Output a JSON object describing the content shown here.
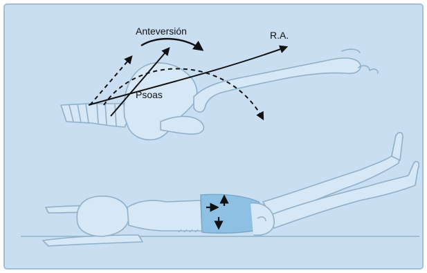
{
  "colors": {
    "panel": "#c9dff1",
    "border": "#9fbfd8",
    "outline": "#8fb0c8",
    "body_fill": "#c9dff1",
    "shorts": "#8ec0e4",
    "arrow": "#111111",
    "frame": "#ffffff"
  },
  "labels": {
    "anteversion": "Anteversión",
    "ra": "R.A.",
    "psoas": "Psoas"
  },
  "icons": {
    "shorts_arrows": [
      "arrow-up-icon",
      "arrow-right-icon",
      "arrow-down-icon"
    ]
  }
}
